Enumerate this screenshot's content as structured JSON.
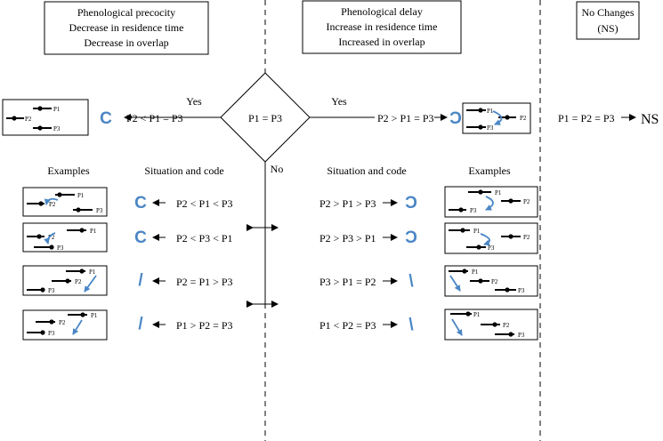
{
  "headers": {
    "left": [
      "Phenological precocity",
      "Decrease in residence time",
      "Decrease in overlap"
    ],
    "middle": [
      "Phenological delay",
      "Increase in residence time",
      "Increased in overlap"
    ],
    "right": [
      "No Changes",
      "(NS)"
    ]
  },
  "decision": {
    "diamond_text": "P1 = P3",
    "yes_left": "Yes",
    "yes_right": "Yes",
    "no_label": "No"
  },
  "top_outcomes": {
    "left_eq": "P2 < P1 = P3",
    "right_eq": "P2 > P1 = P3",
    "ns_eq": "P1 = P2 = P3",
    "ns_code": "NS"
  },
  "column_headers": {
    "examples_left": "Examples",
    "situation_left": "Situation and code",
    "situation_right": "Situation and code",
    "examples_right": "Examples"
  },
  "left_cases": [
    {
      "code": "C",
      "eq": "P2 < P1 < P3"
    },
    {
      "code": "C",
      "eq": "P2 < P3 < P1"
    },
    {
      "code": "/",
      "eq": "P2 = P1 > P3"
    },
    {
      "code": "/",
      "eq": "P1 > P2 = P3"
    }
  ],
  "right_cases": [
    {
      "code": "Ɔ",
      "eq": "P2 > P1 > P3"
    },
    {
      "code": "Ɔ",
      "eq": "P2 > P3 > P1"
    },
    {
      "code": "\\",
      "eq": "P3 > P1 = P2"
    },
    {
      "code": "\\",
      "eq": "P1 < P2 = P3"
    }
  ],
  "point_labels": [
    "P1",
    "P2",
    "P3"
  ],
  "colors": {
    "accent": "#4a86c5",
    "line": "#000000"
  }
}
